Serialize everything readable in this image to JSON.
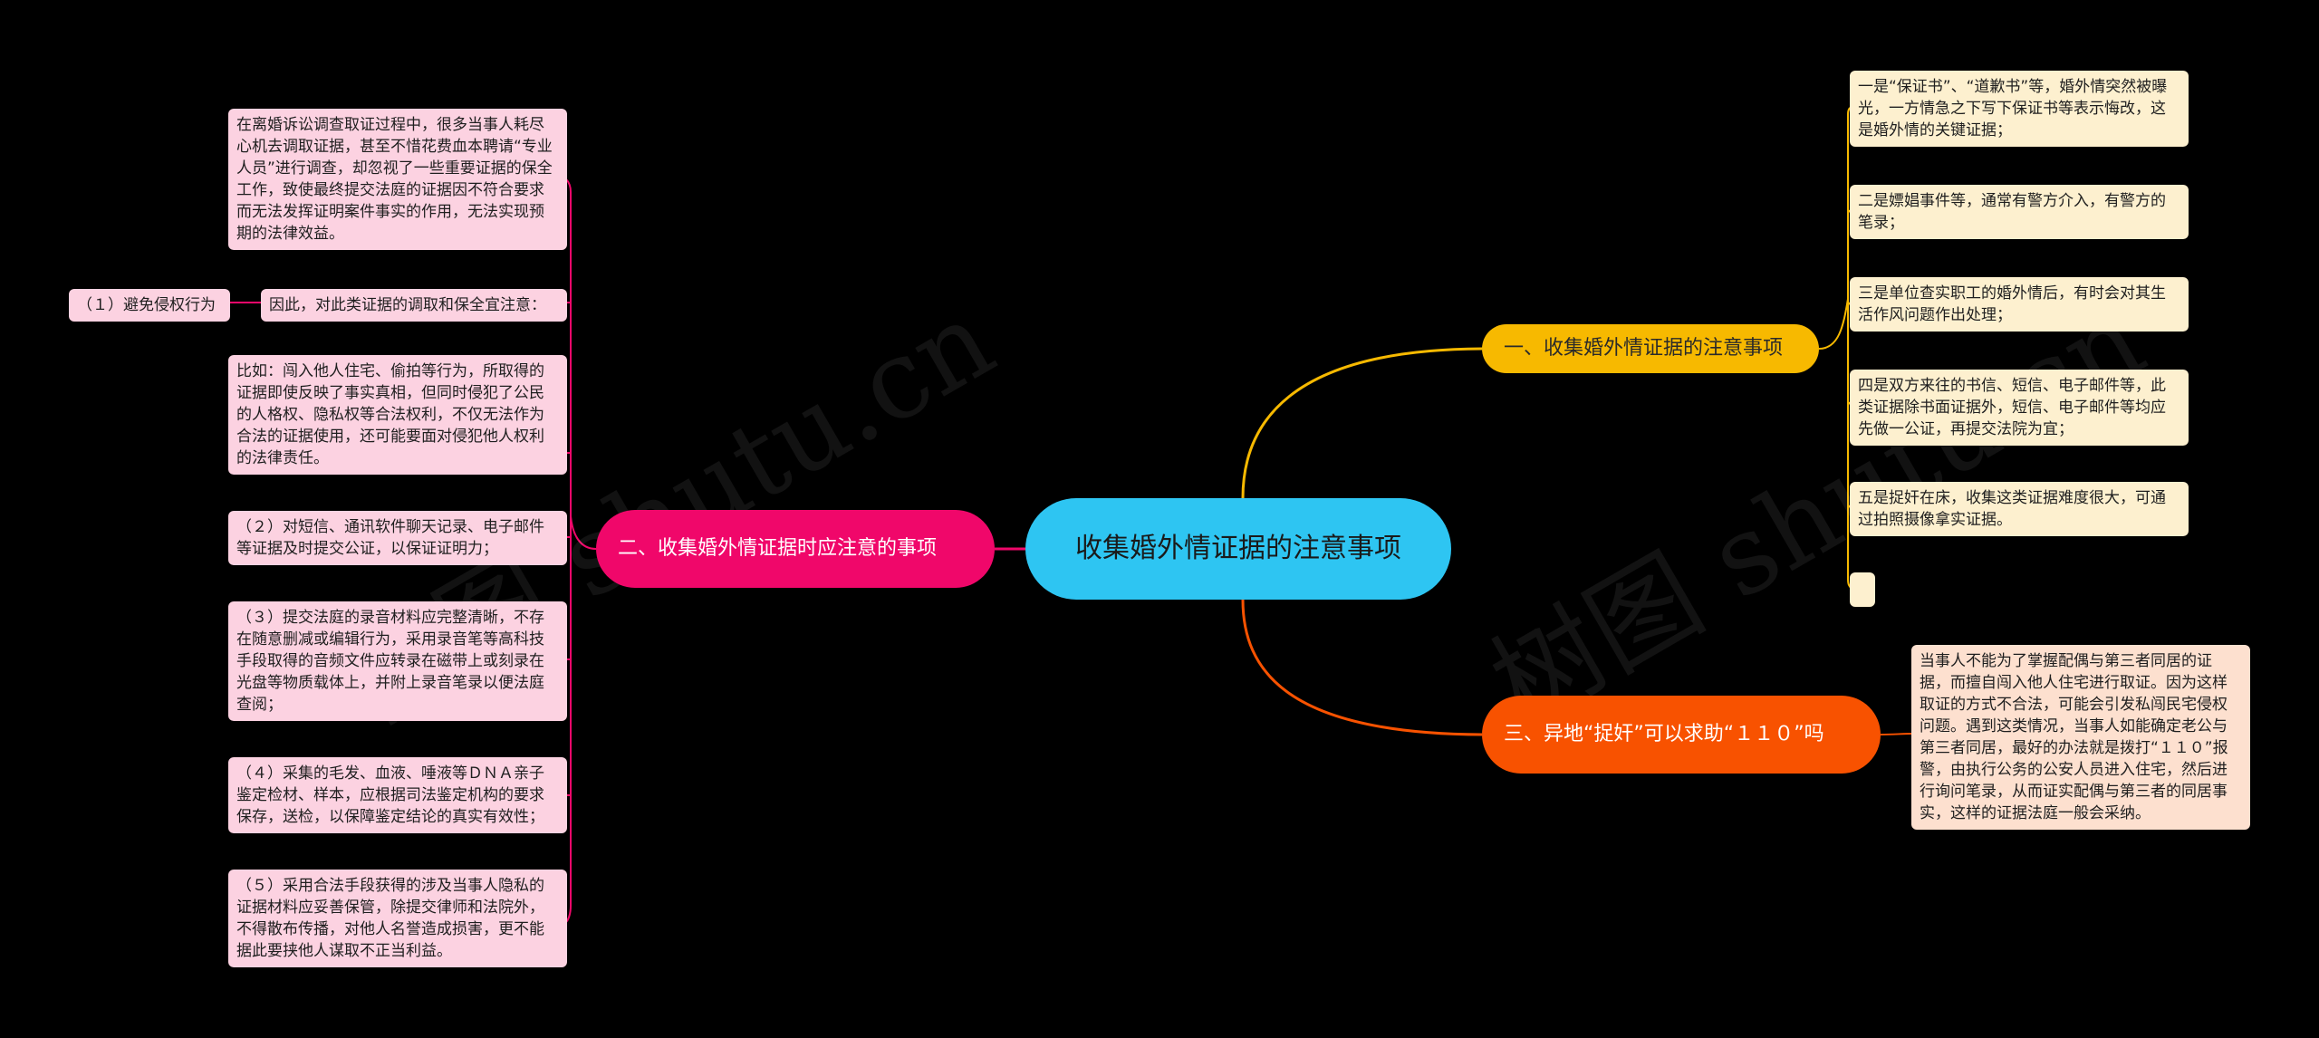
{
  "center": {
    "title": "收集婚外情证据的注意事项"
  },
  "branches": [
    {
      "label": "一、收集婚外情证据的注意事项",
      "color": "#f7b900",
      "leaves": [
        "一是“保证书”、“道歉书”等，婚外情突然被曝光，一方情急之下写下保证书等表示悔改，这是婚外情的关键证据；",
        "二是嫖娼事件等，通常有警方介入，有警方的笔录；",
        "三是单位查实职工的婚外情后，有时会对其生活作风问题作出处理；",
        "四是双方来往的书信、短信、电子邮件等，此类证据除书面证据外，短信、电子邮件等均应先做一公证，再提交法院为宜；",
        "五是捉奸在床，收集这类证据难度很大，可通过拍照摄像拿实证据。",
        ""
      ]
    },
    {
      "label": "二、收集婚外情证据时应注意的事项",
      "color": "#f0076a",
      "leaves": [
        "在离婚诉讼调查取证过程中，很多当事人耗尽心机去调取证据，甚至不惜花费血本聘请“专业人员”进行调查，却忽视了一些重要证据的保全工作，致使最终提交法庭的证据因不符合要求而无法发挥证明案件事实的作用，无法实现预期的法律效益。",
        "因此，对此类证据的调取和保全宜注意：",
        "比如：闯入他人住宅、偷拍等行为，所取得的证据即使反映了事实真相，但同时侵犯了公民的人格权、隐私权等合法权利，不仅无法作为合法的证据使用，还可能要面对侵犯他人权利的法律责任。",
        "（２）对短信、通讯软件聊天记录、电子邮件等证据及时提交公证，以保证证明力；",
        "（３）提交法庭的录音材料应完整清晰，不存在随意删减或编辑行为，采用录音笔等高科技手段取得的音频文件应转录在磁带上或刻录在光盘等物质载体上，并附上录音笔录以便法庭查阅；",
        "（４）采集的毛发、血液、唾液等ＤＮＡ亲子鉴定检材、样本，应根据司法鉴定机构的要求保存，送检，以保障鉴定结论的真实有效性；",
        "（５）采用合法手段获得的涉及当事人隐私的证据材料应妥善保管，除提交律师和法院外，不得散布传播，对他人名誉造成损害，更不能据此要挟他人谋取不正当利益。"
      ],
      "sub_leaf": "（１）避免侵权行为"
    },
    {
      "label": "三、异地“捉奸”可以求助“１１０”吗",
      "color": "#f85200",
      "leaves": [
        "当事人不能为了掌握配偶与第三者同居的证据，而擅自闯入他人住宅进行取证。因为这样取证的方式不合法，可能会引发私闯民宅侵权问题。遇到这类情况，当事人如能确定老公与第三者同居，最好的办法就是拨打“１１０”报警，由执行公务的公安人员进入住宅，然后进行询问笔录，从而证实配偶与第三者的同居事实，这样的证据法庭一般会采纳。"
      ]
    }
  ],
  "watermark": "树图 shutu.cn"
}
